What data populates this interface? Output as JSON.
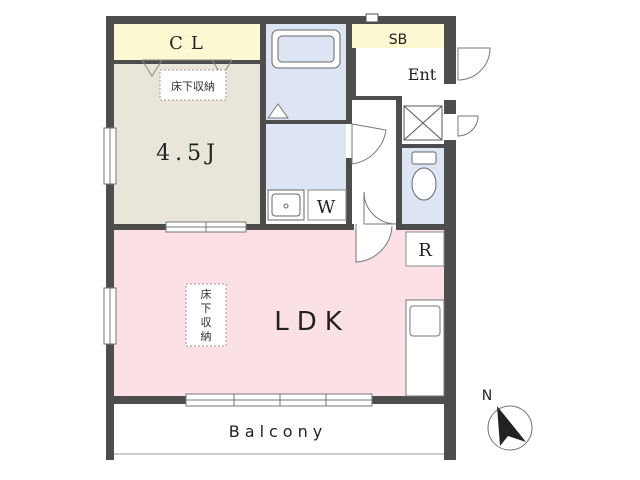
{
  "plan": {
    "rooms": {
      "closet": "CL",
      "bedroom": "4.5J",
      "storage_box": "SB",
      "entrance": "Ent",
      "washer": "W",
      "refrigerator": "R",
      "ldk": "LDK",
      "balcony": "Balcony"
    },
    "underfloor_storage_top": "床下収納",
    "underfloor_storage_ldk": [
      "床",
      "下",
      "収",
      "納"
    ],
    "compass": {
      "label": "N"
    },
    "colors": {
      "wall": "#4d4d4d",
      "closet_fill": "#fbf8d2",
      "bedroom_fill": "#e9e6d9",
      "ldk_fill": "#fbe1e6",
      "wet_area_fill": "#dde5f5",
      "balcony_fill": "#ffffff"
    }
  }
}
